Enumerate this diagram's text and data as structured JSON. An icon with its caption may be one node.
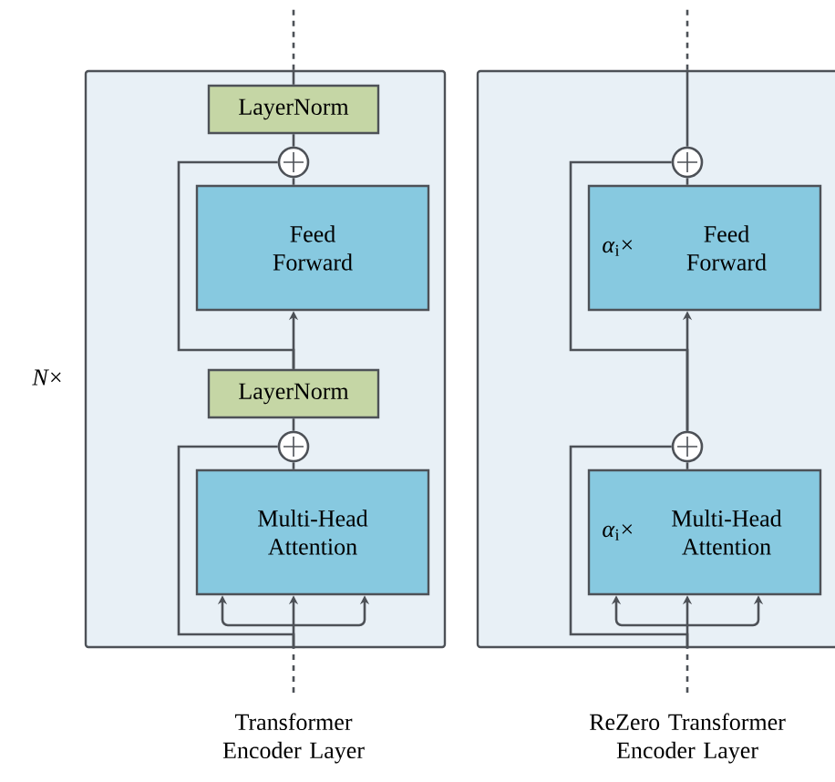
{
  "diagram": {
    "nodes": [
      {
        "text": [],
        "shape": "box",
        "beside": [
          "Transformer Encoder Layer"
        ]
      },
      {
        "text": [
          "LayerNorm"
        ],
        "in": 0
      },
      {
        "text": [],
        "shape": "circle",
        "in": 0
      },
      {
        "text": [
          "Feed Forward"
        ],
        "in": 0
      },
      {
        "text": [
          "LayerNorm"
        ],
        "in": 0
      },
      {
        "text": [],
        "shape": "circle",
        "in": 0
      },
      {
        "text": [
          "Multi-Head Attention"
        ],
        "in": 0
      },
      {
        "text": [],
        "shape": "box",
        "beside": [
          "ReZero Transformer Encoder Layer"
        ]
      },
      {
        "text": [],
        "shape": "circle",
        "in": 7
      },
      {
        "text": [
          "*α*$_{i}$×",
          "Feed Forward"
        ],
        "in": 7
      },
      {
        "text": [],
        "shape": "circle",
        "in": 7
      },
      {
        "text": [
          "*α*$_{i}$×",
          "Multi-Head Attention"
        ],
        "in": 7
      }
    ],
    "edges": [
      {
        "from": null,
        "to": 0,
        "arrow": "none",
        "style": "dashed"
      },
      {
        "from": 0,
        "to": 6,
        "arrow": "to"
      },
      {
        "from": 0,
        "to": 5,
        "arrow": "none"
      },
      {
        "from": 6,
        "to": 5,
        "arrow": "none"
      },
      {
        "from": 5,
        "to": 4,
        "arrow": "none"
      },
      {
        "from": 4,
        "to": 3,
        "arrow": "to"
      },
      {
        "from": 4,
        "to": 2,
        "arrow": "none"
      },
      {
        "from": 3,
        "to": 2,
        "arrow": "none"
      },
      {
        "from": 2,
        "to": 1,
        "arrow": "none"
      },
      {
        "from": 1,
        "to": 0,
        "arrow": "none"
      },
      {
        "from": 0,
        "to": null,
        "arrow": "none",
        "style": "dashed"
      },
      {
        "from": null,
        "to": 7,
        "arrow": "none",
        "style": "dashed"
      },
      {
        "from": 7,
        "to": 11,
        "arrow": "to"
      },
      {
        "from": 7,
        "to": 10,
        "arrow": "none"
      },
      {
        "from": 11,
        "to": 10,
        "arrow": "none"
      },
      {
        "from": 10,
        "to": 9,
        "arrow": "to"
      },
      {
        "from": 10,
        "to": 8,
        "arrow": "none"
      },
      {
        "from": 9,
        "to": 8,
        "arrow": "none"
      },
      {
        "from": 8,
        "to": 7,
        "arrow": "none"
      },
      {
        "from": 7,
        "to": null,
        "arrow": "none",
        "style": "dashed"
      }
    ],
    "labels": [
      "*N*×"
    ]
  }
}
